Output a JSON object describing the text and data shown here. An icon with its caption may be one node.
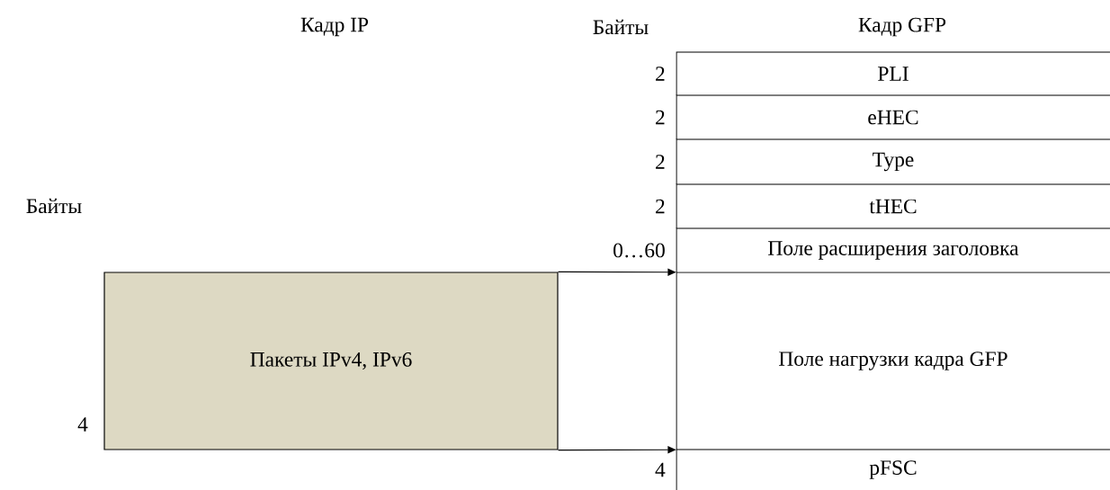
{
  "diagram": {
    "nodes": [
      {
        "text": [
          "Пакеты IPv4, IPv6"
        ]
      },
      {
        "text": [
          "PLI"
        ],
        "beside": [
          "2"
        ]
      },
      {
        "text": [
          "eHEC"
        ],
        "beside": [
          "2"
        ]
      },
      {
        "text": [
          "Type"
        ],
        "beside": [
          "2"
        ]
      },
      {
        "text": [
          "tHEC"
        ],
        "beside": [
          "2"
        ]
      },
      {
        "text": [
          "Поле расширения заголовка"
        ],
        "beside": [
          "0…60"
        ]
      },
      {
        "text": [
          "Поле нагрузки кадра GFP"
        ]
      },
      {
        "text": [
          "pFSC"
        ],
        "beside": [
          "4"
        ]
      }
    ],
    "edges": [
      {
        "from": 0,
        "to": 6,
        "arrow": "to"
      },
      {
        "from": 0,
        "to": 6,
        "arrow": "to"
      }
    ],
    "labels": [
      "Кадр IP",
      "Байты",
      "Кадр GFP",
      "Байты",
      "4"
    ]
  }
}
